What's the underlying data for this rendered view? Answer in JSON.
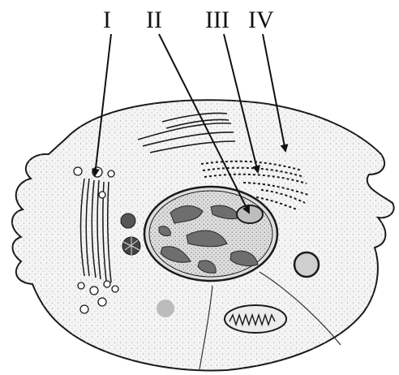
{
  "labels": {
    "l1": "I",
    "l2": "II",
    "l3": "III",
    "l4": "IV"
  },
  "colors": {
    "ink": "#1a1a1a",
    "cytoplasm": "#f2f2f2",
    "nucleus": "#d8d8d8",
    "chromatin": "#6a6a6a",
    "vacuole": "#bdbdbd"
  }
}
